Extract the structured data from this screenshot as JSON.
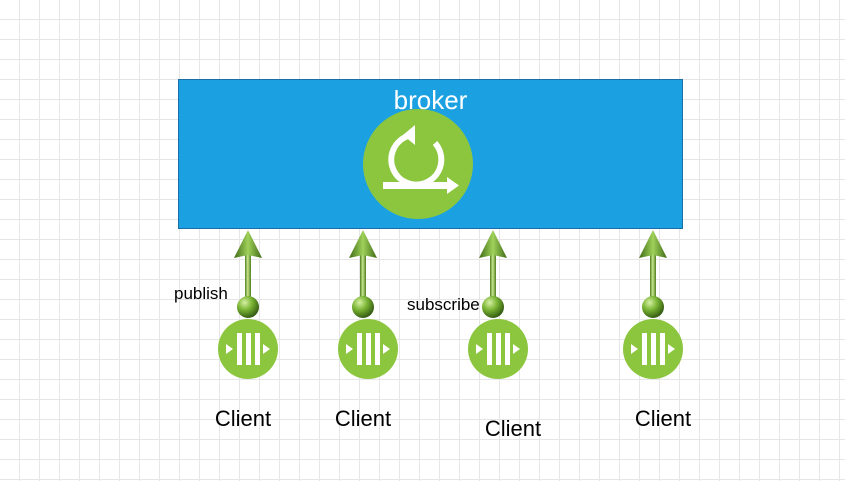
{
  "broker": {
    "title": "broker",
    "icon": "cycle-arrows-icon",
    "fill_color": "#1ba1e2",
    "icon_color": "#8cc63f"
  },
  "edge_labels": {
    "publish": "publish",
    "subscribe": "subscribe"
  },
  "clients": [
    {
      "label": "Client",
      "icon": "queue-icon"
    },
    {
      "label": "Client",
      "icon": "queue-icon"
    },
    {
      "label": "Client",
      "icon": "queue-icon"
    },
    {
      "label": "Client",
      "icon": "queue-icon"
    }
  ],
  "colors": {
    "arrow_green": "#7ab534",
    "client_icon_green": "#8cc63f"
  }
}
